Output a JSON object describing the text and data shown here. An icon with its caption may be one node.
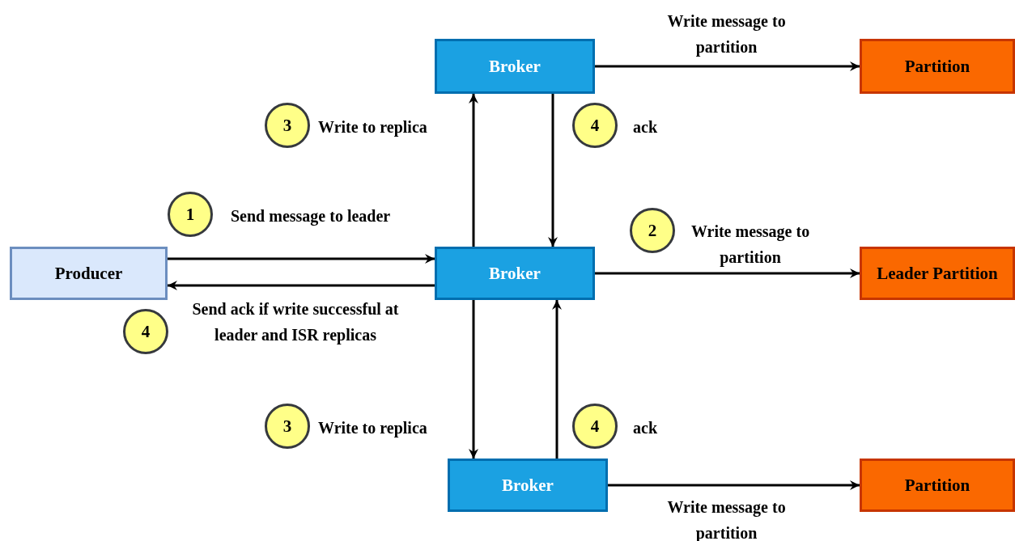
{
  "diagram": {
    "nodes": [
      {
        "text": [
          "Broker"
        ]
      },
      {
        "text": [
          "Partition"
        ]
      },
      {
        "text": [
          "Producer"
        ]
      },
      {
        "text": [
          "Broker"
        ]
      },
      {
        "text": [
          "Leader Partition"
        ]
      },
      {
        "text": [
          "Broker"
        ]
      },
      {
        "text": [
          "Partition"
        ]
      },
      {
        "text": [
          "3"
        ]
      },
      {
        "text": [
          "4"
        ]
      },
      {
        "text": [
          "1"
        ]
      },
      {
        "text": [
          "2"
        ]
      },
      {
        "text": [
          "4"
        ]
      },
      {
        "text": [
          "3"
        ]
      },
      {
        "text": [
          "4"
        ]
      }
    ],
    "edges": [
      {
        "from": 0,
        "to": 1,
        "arrow": "to",
        "label": "Write message to partition"
      },
      {
        "from": 3,
        "to": 0,
        "arrow": "to",
        "label": "Write to replica"
      },
      {
        "from": 0,
        "to": 3,
        "arrow": "to",
        "label": "ack"
      },
      {
        "from": 2,
        "to": 3,
        "arrow": "to",
        "label": "Send message to leader"
      },
      {
        "from": 3,
        "to": 2,
        "arrow": "to",
        "label": "Send ack if write successful at leader and ISR replicas"
      },
      {
        "from": 3,
        "to": 4,
        "arrow": "to",
        "label": "Write message to partition"
      },
      {
        "from": 3,
        "to": 5,
        "arrow": "to",
        "label": "Write to replica"
      },
      {
        "from": 5,
        "to": 3,
        "arrow": "to",
        "label": "ack"
      },
      {
        "from": 5,
        "to": 6,
        "arrow": "to",
        "label": "Write message to partition"
      }
    ]
  }
}
